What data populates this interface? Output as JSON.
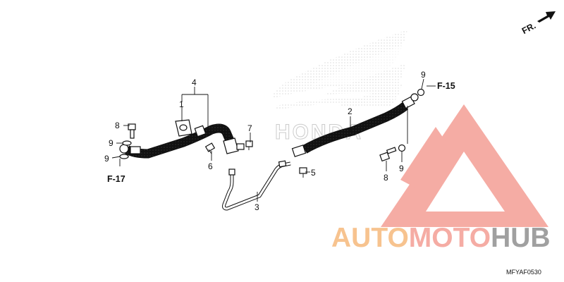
{
  "parts": {
    "hose_assembly_right": "2",
    "brake_pipe": "3",
    "hose_assembly_left": "4",
    "clamp": "1",
    "bolt_5": "5",
    "bolt_6": "6",
    "bolt_7": "7",
    "banjo_bolt_left": "8",
    "washer_left_upper": "9",
    "washer_left_lower": "9",
    "banjo_bolt_right": "8",
    "washer_right_lower": "9",
    "washer_right_upper": "9"
  },
  "refs": {
    "left": "F-17",
    "right": "F-15"
  },
  "front_arrow_label": "FR.",
  "diagram_code": "MFYAF0530",
  "background_logo_word": "HONDA",
  "watermark": {
    "part1": "AUTO",
    "part2": "MOTO",
    "part3": "HUB",
    "color_accent": "#f5a8a0",
    "color_orange": "#f7c08a",
    "color_grey": "#9b9b9b"
  }
}
